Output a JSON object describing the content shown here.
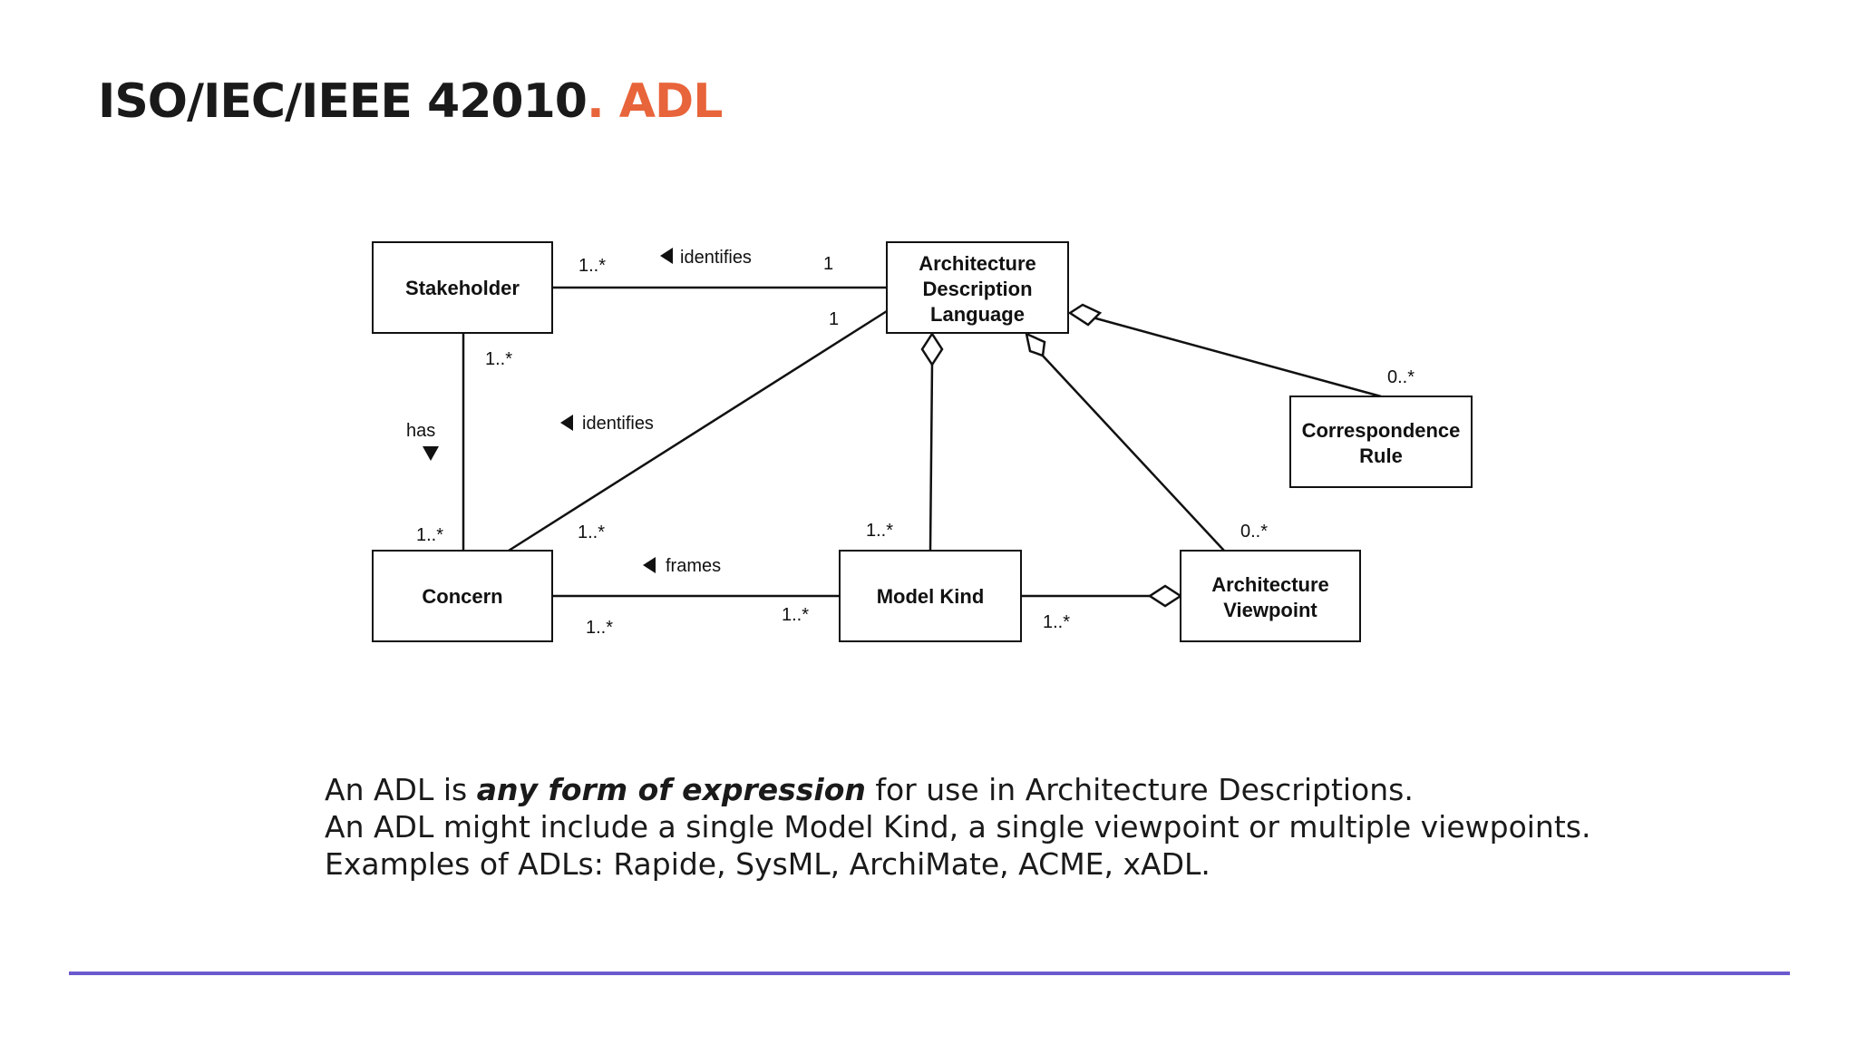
{
  "slide": {
    "title_main": "ISO/IEC/IEEE 42010",
    "title_accent": ". ADL",
    "accent_color": "#e8643a",
    "rule_color": "#6a5acd"
  },
  "diagram": {
    "classes": {
      "stakeholder": [
        "Stakeholder"
      ],
      "adl": [
        "Architecture",
        "Description",
        "Language"
      ],
      "correspondence_rule": [
        "Correspondence",
        "Rule"
      ],
      "concern": [
        "Concern"
      ],
      "model_kind": [
        "Model Kind"
      ],
      "architecture_viewpoint": [
        "Architecture",
        "Viewpoint"
      ]
    },
    "associations": {
      "stakeholder_adl": {
        "label": "identifies",
        "mult_stakeholder": "1..*",
        "mult_adl": "1"
      },
      "concern_adl": {
        "label": "identifies",
        "mult_concern": "1..*",
        "mult_adl": "1"
      },
      "stakeholder_concern": {
        "label": "has",
        "mult_stakeholder": "1..*",
        "mult_concern": "1..*"
      },
      "concern_modelkind": {
        "label": "frames",
        "mult_concern": "1..*",
        "mult_modelkind": "1..*"
      },
      "adl_modelkind": {
        "mult_modelkind": "1..*"
      },
      "adl_viewpoint": {
        "mult_viewpoint": "0..*"
      },
      "adl_correspondence": {
        "mult_correspondence": "0..*"
      },
      "viewpoint_modelkind": {
        "mult_modelkind": "1..*"
      }
    }
  },
  "caption": {
    "line1_before": "An ADL is ",
    "line1_emphasis": "any form of expression",
    "line1_after": " for use in Architecture Descriptions.",
    "line2": "An ADL might include a single Model Kind, a single viewpoint or multiple viewpoints.",
    "line3": "Examples of ADLs: Rapide, SysML, ArchiMate, ACME, xADL."
  }
}
